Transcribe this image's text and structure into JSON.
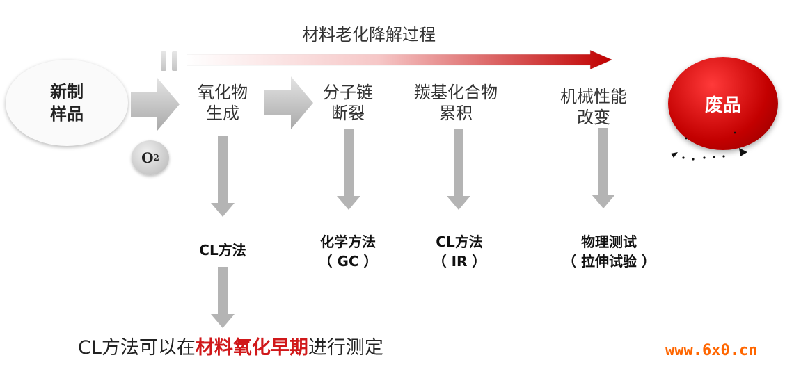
{
  "process_title": "材料老化降解过程",
  "fresh_sample": {
    "line1": "新制",
    "line2": "样品"
  },
  "oxygen": {
    "symbol": "O",
    "subscript": "2"
  },
  "stages": [
    {
      "line1": "氧化物",
      "line2": "生成",
      "method1": "CL方法",
      "method2": ""
    },
    {
      "line1": "分子链",
      "line2": "断裂",
      "method1": "化学方法",
      "method2": "（ GC ）"
    },
    {
      "line1": "羰基化合物",
      "line2": "累积",
      "method1": "CL方法",
      "method2": "（ IR ）"
    },
    {
      "line1": "机械性能",
      "line2": "改变",
      "method1": "物理测试",
      "method2": "（ 拉伸试验 ）"
    }
  ],
  "waste": "废品",
  "summary": {
    "prefix": "CL方法可以在",
    "highlight": "材料氧化早期",
    "suffix": "进行测定"
  },
  "watermark": "www.6x0.cn",
  "colors": {
    "accent": "#c00000",
    "arrow_gray": "#b4b4b4",
    "highlight": "#d0181a",
    "watermark": "#ff6600"
  }
}
